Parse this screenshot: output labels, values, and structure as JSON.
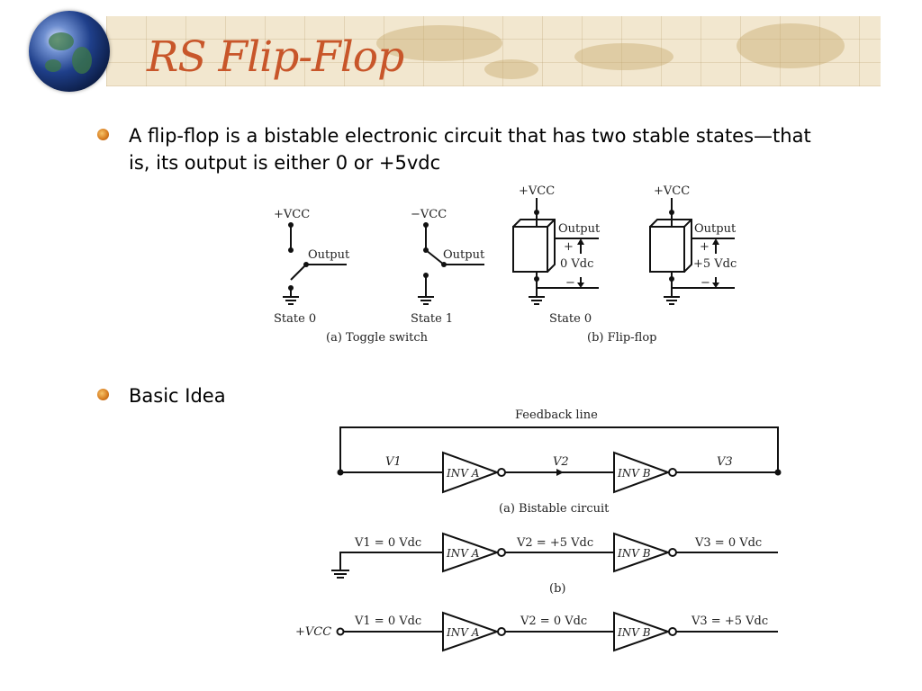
{
  "slide": {
    "title": "RS Flip-Flop",
    "bullets": [
      {
        "line1": "A flip-flop is a bistable electronic circuit that has two stable states—that",
        "line2": "is, its output is either 0 or +5vdc"
      },
      {
        "text": "Basic Idea"
      }
    ]
  },
  "figure_top": {
    "vcc_pos": "+VCC",
    "vcc_neg": "−VCC",
    "output": "Output",
    "state0": "State 0",
    "state1": "State 1",
    "plus": "+",
    "minus": "−",
    "zero_vdc": "0 Vdc",
    "five_vdc": "+5 Vdc",
    "caption_a": "(a) Toggle switch",
    "caption_b": "(b) Flip-flop"
  },
  "figure_bottom": {
    "feedback_line": "Feedback line",
    "v1": "V1",
    "v2": "V2",
    "v3": "V3",
    "inv_a": "INV A",
    "inv_b": "INV B",
    "caption_a": "(a) Bistable circuit",
    "caption_b": "(b)",
    "row_b": {
      "v1": "V1 = 0 Vdc",
      "v2": "V2 = +5 Vdc",
      "v3": "V3 = 0 Vdc"
    },
    "row_c": {
      "vcc": "+VCC",
      "v1": "V1 = 0 Vdc",
      "v2": "V2 = 0 Vdc",
      "v3": "V3 = +5 Vdc"
    }
  },
  "colors": {
    "title": "#c8562a",
    "bullet": "#d57a1e",
    "band": "#f2e7cf"
  }
}
